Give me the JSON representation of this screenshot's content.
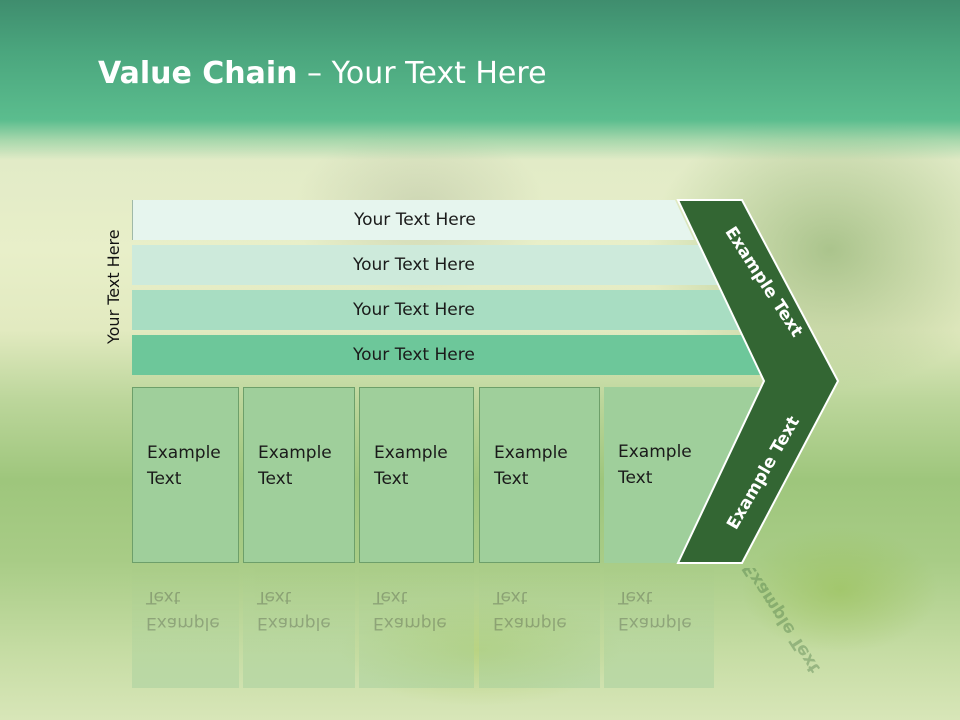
{
  "title": {
    "bold": "Value Chain",
    "rest": " – Your Text Here"
  },
  "side_label": "Your Text Here",
  "bars": [
    {
      "label": "Your Text Here"
    },
    {
      "label": "Your Text Here"
    },
    {
      "label": "Your Text Here"
    },
    {
      "label": "Your Text Here"
    }
  ],
  "boxes": [
    {
      "line1": "Example",
      "line2": "Text"
    },
    {
      "line1": "Example",
      "line2": "Text"
    },
    {
      "line1": "Example",
      "line2": "Text"
    },
    {
      "line1": "Example",
      "line2": "Text"
    },
    {
      "line1": "Example",
      "line2": "Text"
    }
  ],
  "chevron": {
    "upper_label": "Example Text",
    "lower_label": "Example Text"
  },
  "colors": {
    "title_band": "#4aa57d",
    "chevron": "#336633",
    "box_fill": "#9fcf9b"
  }
}
